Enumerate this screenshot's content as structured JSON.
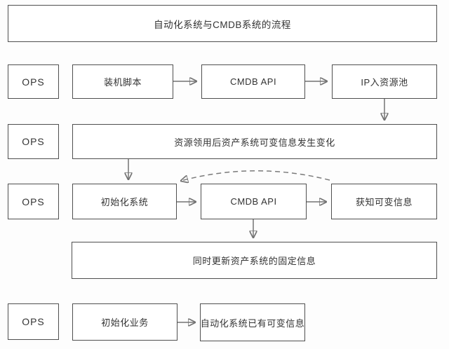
{
  "diagram": {
    "title": "自动化系统与CMDB系统的流程",
    "nodes": {
      "r1_ops": "OPS",
      "r1_install_script": "装机脚本",
      "r1_cmdb_api": "CMDB API",
      "r1_ip_pool": "IP入资源池",
      "r2_ops": "OPS",
      "r2_resource_change": "资源领用后资产系统可变信息发生变化",
      "r3_ops": "OPS",
      "r3_init_system": "初始化系统",
      "r3_cmdb_api": "CMDB API",
      "r3_know_variable": "获知可变信息",
      "r4_update_fixed": "同时更新资产系统的固定信息",
      "r5_ops": "OPS",
      "r5_init_business": "初始化业务",
      "r5_auto_has_variable": "自动化系统已有可变信息"
    },
    "colors": {
      "border": "#4f4f4f",
      "arrow": "#737373",
      "text": "#333333",
      "background": "#fdfdfd"
    }
  }
}
